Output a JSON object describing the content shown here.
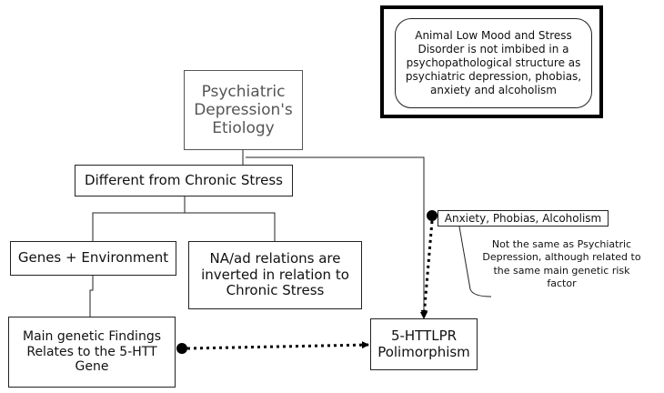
{
  "nodes": {
    "etiology": "Psychiatric Depression's Etiology",
    "chronic_stress": "Different from Chronic Stress",
    "genes_env": "Genes + Environment",
    "na_ad": "NA/ad relations are inverted in relation to Chronic Stress",
    "main_findings": "Main genetic Findings Relates to the 5-HTT Gene",
    "httlpr": "5-HTTLPR Polimorphism",
    "anxiety": "Anxiety, Phobias, Alcoholism",
    "animal_note": "Animal Low Mood and Stress Disorder is not imbibed in a psychopathological structure as psychiatric depression, phobias, anxiety and alcoholism",
    "not_same_note": "Not the same as Psychiatric Depression, although related to the same main genetic risk factor"
  }
}
